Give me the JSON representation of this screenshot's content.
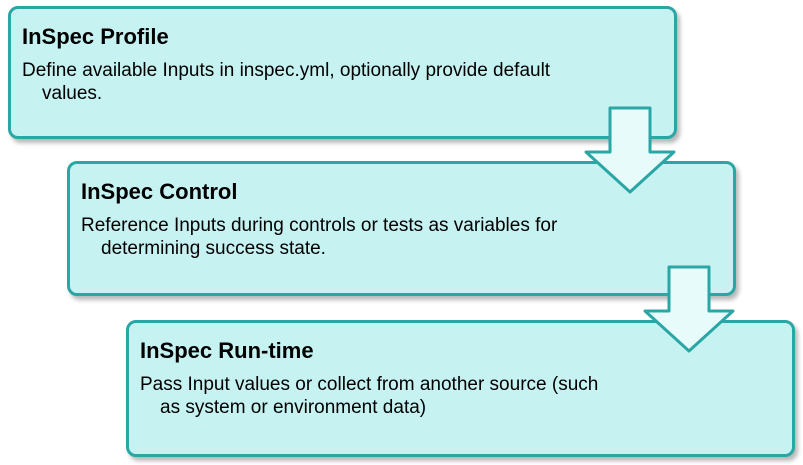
{
  "steps": [
    {
      "title": "InSpec Profile",
      "description": "Define available Inputs in inspec.yml, optionally provide default values."
    },
    {
      "title": "InSpec Control",
      "description": "Reference Inputs during controls or tests as variables for determining success state."
    },
    {
      "title": "InSpec Run-time",
      "description": "Pass Input values or collect from another source (such as system or environment data)"
    }
  ],
  "colors": {
    "box_fill": "#c6f2f2",
    "box_border": "#2aa6a4",
    "arrow_fill": "#e8fbfb",
    "arrow_border": "#2aa6a4"
  }
}
